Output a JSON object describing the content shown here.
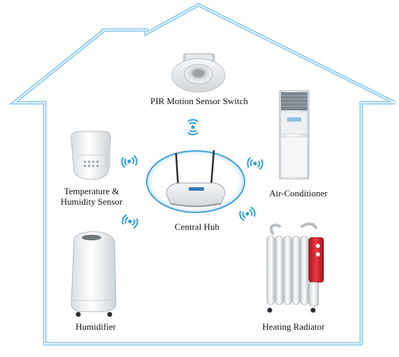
{
  "colors": {
    "house_outline": "#8ecbef",
    "wifi": "#2b9fd8",
    "hub_ring": "#3ea0d8",
    "radiator_accent": "#d9252f"
  },
  "icons": {
    "house": "house-outline-icon",
    "wifi": "wifi-signal-icon"
  },
  "labels": {
    "pir": "PIR Motion Sensor Switch",
    "temp_line1": "Temperature &",
    "temp_line2": "Humidity Sensor",
    "hub": "Central Hub",
    "ac": "Air-Conditioner",
    "humidifier": "Humidifier",
    "radiator": "Heating Radiator"
  }
}
